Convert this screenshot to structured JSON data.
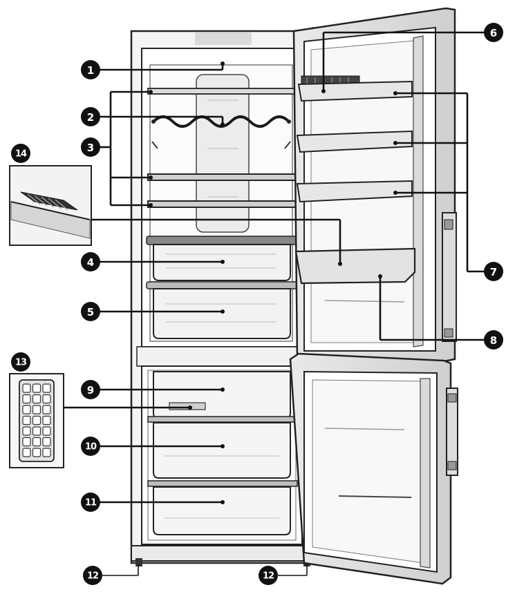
{
  "callouts": [
    {
      "id": "c1",
      "label": "1"
    },
    {
      "id": "c2",
      "label": "2"
    },
    {
      "id": "c3",
      "label": "3"
    },
    {
      "id": "c4",
      "label": "4"
    },
    {
      "id": "c5",
      "label": "5"
    },
    {
      "id": "c6",
      "label": "6"
    },
    {
      "id": "c7",
      "label": "7"
    },
    {
      "id": "c8",
      "label": "8"
    },
    {
      "id": "c9",
      "label": "9"
    },
    {
      "id": "c10",
      "label": "10"
    },
    {
      "id": "c11",
      "label": "11"
    },
    {
      "id": "c12a",
      "label": "12"
    },
    {
      "id": "c12b",
      "label": "12"
    },
    {
      "id": "c13",
      "label": "13"
    },
    {
      "id": "c14",
      "label": "14"
    }
  ]
}
